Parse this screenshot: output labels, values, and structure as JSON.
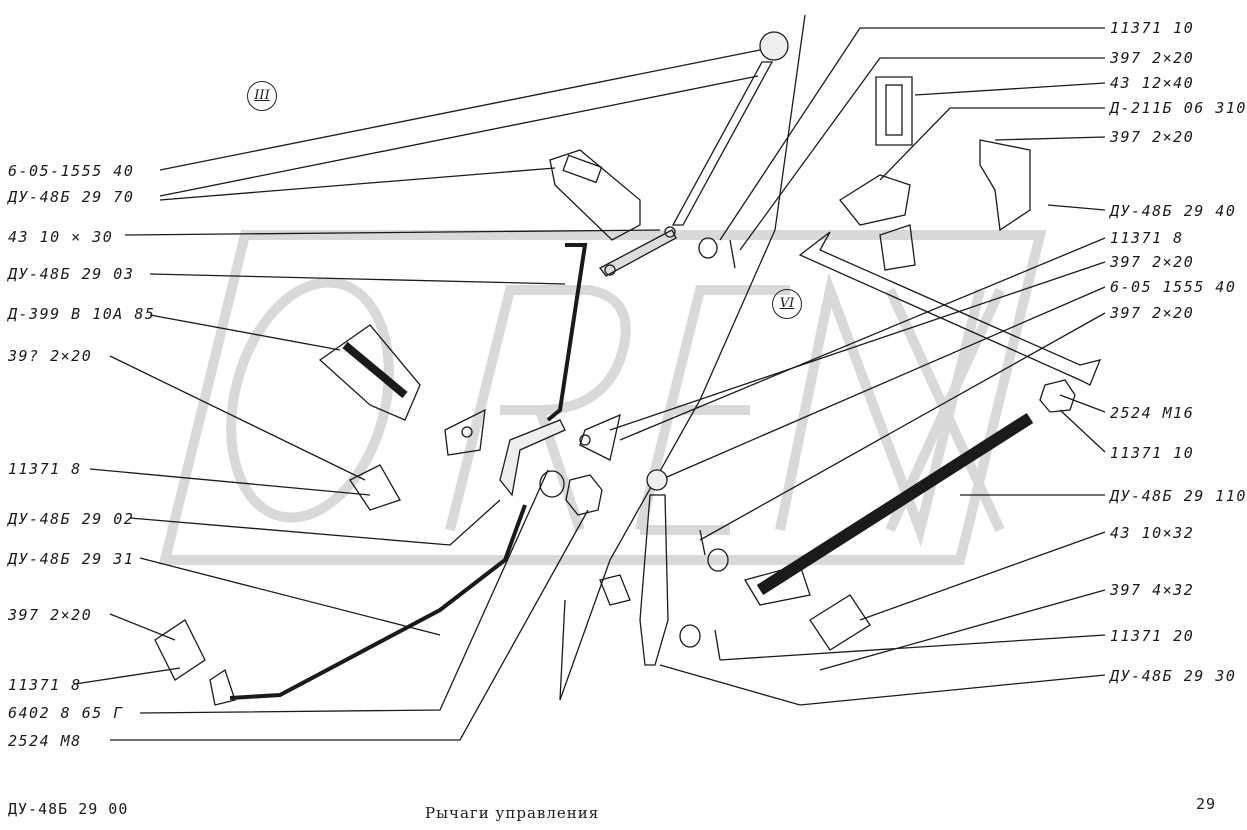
{
  "callouts": {
    "c1": "6-05-1555 40",
    "c2": "ДУ-48Б 29 70",
    "c3": "43 10 × 30",
    "c4": "ДУ-48Б 29 03",
    "c5": "Д-399 В 10А 85",
    "c6": "39? 2×20",
    "c7": "11371 8",
    "c8": "ДУ-48Б 29 02",
    "c9": "ДУ-48Б 29 31",
    "c10": "397 2×20",
    "c11": "11371 8",
    "c12": "6402 8 65 Г",
    "c13": "2524 М8",
    "r1": "11371 10",
    "r2": "397 2×20",
    "r3": "43 12×40",
    "r4": "Д-211Б 06 310",
    "r5": "397 2×20",
    "r6": "ДУ-48Б 29 40",
    "r7": "11371 8",
    "r8": "397 2×20",
    "r9": "6-05 1555 40",
    "r10": "397 2×20",
    "r11": "2524 М16",
    "r12": "11371 10",
    "r13": "ДУ-48Б 29 110",
    "r14": "43 10×32",
    "r15": "397 4×32",
    "r16": "11371 20",
    "r17": "ДУ-48Б 29 30"
  },
  "views": {
    "v3": "III",
    "v6": "VI"
  },
  "footer": {
    "doc_code": "ДУ-48Б 29 00",
    "title": "Рычаги управления",
    "page": "29"
  },
  "colors": {
    "ink": "#1a1a1a",
    "watermark": "#d9d9d9",
    "paper": "#ffffff"
  }
}
